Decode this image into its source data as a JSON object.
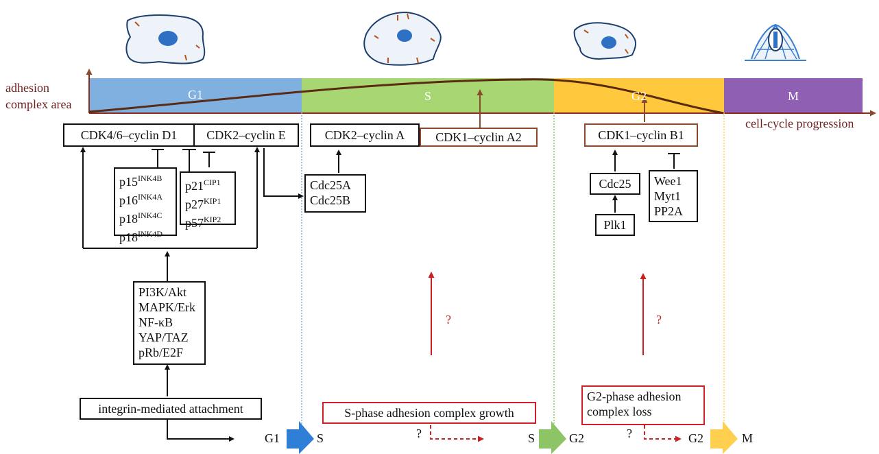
{
  "axis": {
    "y_label_line1": "adhesion",
    "y_label_line2": "complex area",
    "x_label": "cell-cycle progression"
  },
  "phases": [
    {
      "label": "G1",
      "color": "#7fb0e0"
    },
    {
      "label": "S",
      "color": "#a8d672"
    },
    {
      "label": "G2",
      "color": "#ffc83d"
    },
    {
      "label": "M",
      "color": "#8e5fb2"
    }
  ],
  "g1": {
    "cdk46": "CDK4/6–cyclin D1",
    "cdk2e": "CDK2–cyclin E",
    "ink": [
      {
        "base": "p15",
        "sup": "INK4B"
      },
      {
        "base": "p16",
        "sup": "INK4A"
      },
      {
        "base": "p18",
        "sup": "INK4C"
      },
      {
        "base": "p18",
        "sup": "INK4D"
      }
    ],
    "kip": [
      {
        "base": "p21",
        "sup": "CIP1"
      },
      {
        "base": "p27",
        "sup": "KIP1"
      },
      {
        "base": "p57",
        "sup": "KIP2"
      }
    ],
    "pathways": [
      "PI3K/Akt",
      "MAPK/Erk",
      "NF-κB",
      "YAP/TAZ",
      "pRb/E2F"
    ],
    "integrin": "integrin-mediated attachment"
  },
  "s": {
    "cdk2a": "CDK2–cyclin A",
    "cdk1a2": "CDK1–cyclin A2",
    "cdc25": [
      "Cdc25A",
      "Cdc25B"
    ],
    "question": "?",
    "adhesion_box": "S-phase adhesion complex growth"
  },
  "g2": {
    "cdk1b1": "CDK1–cyclin B1",
    "cdc25": "Cdc25",
    "plk1": "Plk1",
    "inhibitors": [
      "Wee1",
      "Myt1",
      "PP2A"
    ],
    "question": "?",
    "adhesion_box_line1": "G2-phase adhesion",
    "adhesion_box_line2": "complex loss"
  },
  "transitions": [
    {
      "from": "G1",
      "to": "S",
      "color": "#2f7fd6"
    },
    {
      "from": "S",
      "to": "G2",
      "color": "#8cc466"
    },
    {
      "from": "G2",
      "to": "M",
      "color": "#ffd050"
    }
  ],
  "bottom_questions": [
    "?",
    "?"
  ]
}
